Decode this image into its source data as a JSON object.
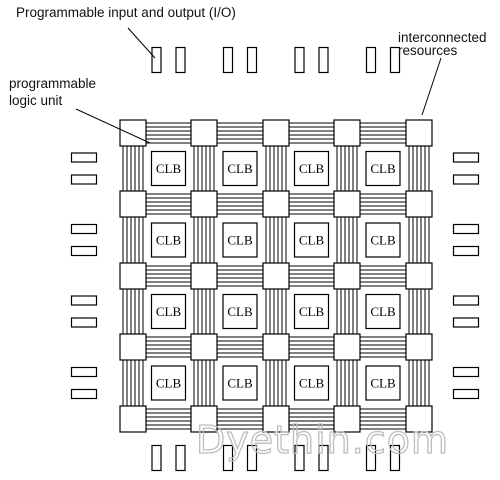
{
  "labels": {
    "io": "Programmable input and output (I/O)",
    "interconnect_line1": "interconnected",
    "interconnect_line2": "resources",
    "logic_line1": "programmable",
    "logic_line2": "logic unit"
  },
  "block_label": "CLB",
  "grid": {
    "rows": 4,
    "cols": 4
  },
  "watermark": "Dyethin.com",
  "colors": {
    "stroke": "#000000",
    "background": "#ffffff",
    "watermark": "#bdbdbd"
  }
}
